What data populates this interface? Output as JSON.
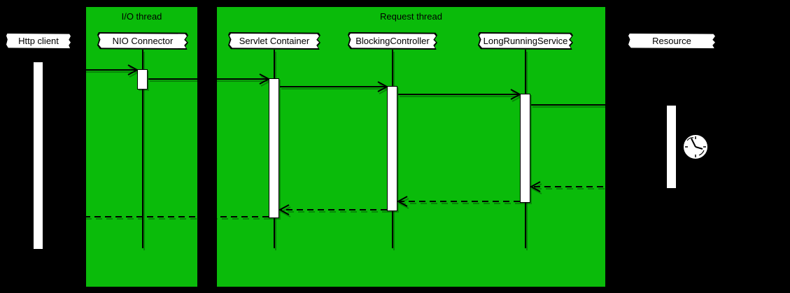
{
  "colors": {
    "background": "#000000",
    "panel_green": "#0abb0a",
    "stroke": "#000000",
    "box_fill": "#ffffff"
  },
  "panels": [
    {
      "label": "I/O thread"
    },
    {
      "label": "Request thread"
    }
  ],
  "participants": [
    {
      "name": "Http client",
      "panel": ""
    },
    {
      "name": "NIO Connector",
      "panel": "I/O thread"
    },
    {
      "name": "Servlet Container",
      "panel": "Request thread"
    },
    {
      "name": "BlockingController",
      "panel": "Request thread"
    },
    {
      "name": "LongRunningService",
      "panel": "Request thread"
    },
    {
      "name": "Resource",
      "panel": ""
    }
  ],
  "messages": [
    {
      "from": "Http client",
      "to": "NIO Connector",
      "style": "solid"
    },
    {
      "from": "NIO Connector",
      "to": "Servlet Container",
      "style": "solid"
    },
    {
      "from": "Servlet Container",
      "to": "BlockingController",
      "style": "solid"
    },
    {
      "from": "BlockingController",
      "to": "LongRunningService",
      "style": "solid"
    },
    {
      "from": "LongRunningService",
      "to": "Resource",
      "style": "solid"
    },
    {
      "from": "Resource",
      "to": "LongRunningService",
      "style": "dashed"
    },
    {
      "from": "LongRunningService",
      "to": "BlockingController",
      "style": "dashed"
    },
    {
      "from": "BlockingController",
      "to": "Servlet Container",
      "style": "dashed"
    },
    {
      "from": "Servlet Container",
      "to": "Http client",
      "style": "dashed"
    }
  ],
  "icons": [
    {
      "name": "clock-icon",
      "near": "Resource"
    }
  ]
}
